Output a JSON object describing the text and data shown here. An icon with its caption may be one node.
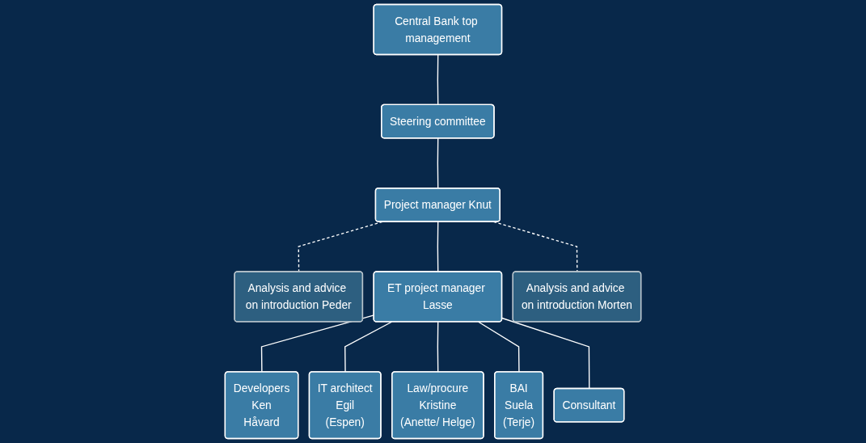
{
  "diagram": {
    "nodes": [
      {
        "text": [
          "Central Bank top management"
        ]
      },
      {
        "text": [
          "Steering committee"
        ]
      },
      {
        "text": [
          "Project manager Knut"
        ]
      },
      {
        "text": [
          "Analysis and advice on introduction Peder"
        ]
      },
      {
        "text": [
          "ET project manager Lasse"
        ]
      },
      {
        "text": [
          "Analysis and advice on introduction Morten"
        ]
      },
      {
        "text": [
          "Developers",
          "Ken",
          "Håvard"
        ]
      },
      {
        "text": [
          "IT architect",
          "Egil",
          "(Espen)"
        ]
      },
      {
        "text": [
          "Law/procure",
          "Kristine",
          "(Anette/ Helge)"
        ]
      },
      {
        "text": [
          "BAI",
          "Suela",
          "(Terje)"
        ]
      },
      {
        "text": [
          "Consultant"
        ]
      }
    ],
    "edges": [
      {
        "from": 0,
        "to": 1,
        "arrow": "none"
      },
      {
        "from": 1,
        "to": 2,
        "arrow": "none"
      },
      {
        "from": 2,
        "to": 3,
        "arrow": "none",
        "style": "dashed"
      },
      {
        "from": 2,
        "to": 4,
        "arrow": "none"
      },
      {
        "from": 2,
        "to": 5,
        "arrow": "none",
        "style": "dashed"
      },
      {
        "from": 4,
        "to": 6,
        "arrow": "none"
      },
      {
        "from": 4,
        "to": 7,
        "arrow": "none"
      },
      {
        "from": 4,
        "to": 8,
        "arrow": "none"
      },
      {
        "from": 4,
        "to": 9,
        "arrow": "none"
      },
      {
        "from": 4,
        "to": 10,
        "arrow": "none"
      }
    ]
  }
}
